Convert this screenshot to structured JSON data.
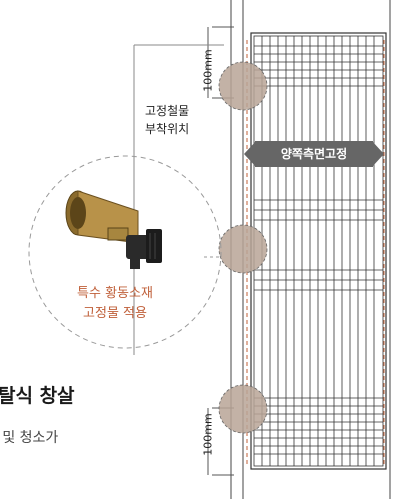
{
  "dimensions": {
    "top": "100mm",
    "bottom": "100mm"
  },
  "labels": {
    "attachment_position": "고정철물\n부착위치",
    "both_sides_fixed": "양쪽측면고정",
    "brass_material": "특수 황동소재\n고정물 적용"
  },
  "heading": {
    "title": "탈식 창살",
    "subtitle": "l 및 청소가"
  },
  "colors": {
    "dimension_line": "#555555",
    "fixture_circle": "#b8a596",
    "dashed_line": "#c0603a",
    "arrow_fill": "#666666",
    "callout_text": "#c0603a",
    "grille_line": "#333333"
  }
}
